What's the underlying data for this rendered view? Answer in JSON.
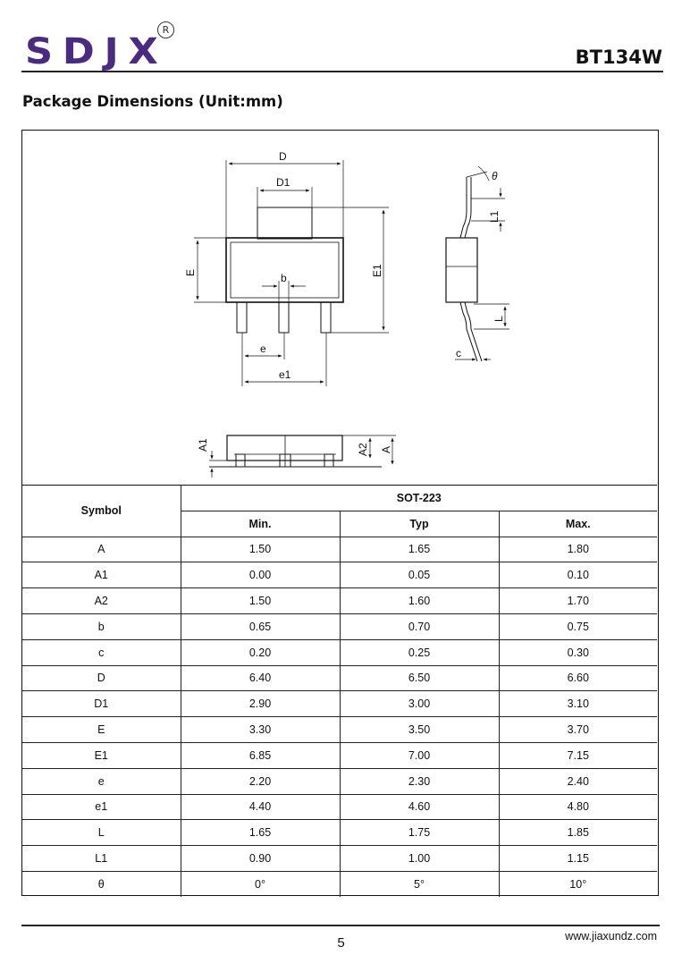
{
  "header": {
    "logo_text": "SDJX",
    "registered_mark": "R",
    "part_number": "BT134W"
  },
  "section_title": "Package Dimensions (Unit:mm)",
  "drawing_labels": {
    "D": "D",
    "D1": "D1",
    "b": "b",
    "E": "E",
    "E1": "E1",
    "e": "e",
    "e1": "e1",
    "theta": "θ",
    "L1": "L1",
    "L": "L",
    "c": "c",
    "A1": "A1",
    "A2": "A2",
    "A": "A"
  },
  "table": {
    "symbol_header": "Symbol",
    "package_header": "SOT-223",
    "columns": [
      "Min.",
      "Typ",
      "Max."
    ],
    "rows": [
      {
        "symbol": "A",
        "min": "1.50",
        "typ": "1.65",
        "max": "1.80"
      },
      {
        "symbol": "A1",
        "min": "0.00",
        "typ": "0.05",
        "max": "0.10"
      },
      {
        "symbol": "A2",
        "min": "1.50",
        "typ": "1.60",
        "max": "1.70"
      },
      {
        "symbol": "b",
        "min": "0.65",
        "typ": "0.70",
        "max": "0.75"
      },
      {
        "symbol": "c",
        "min": "0.20",
        "typ": "0.25",
        "max": "0.30"
      },
      {
        "symbol": "D",
        "min": "6.40",
        "typ": "6.50",
        "max": "6.60"
      },
      {
        "symbol": "D1",
        "min": "2.90",
        "typ": "3.00",
        "max": "3.10"
      },
      {
        "symbol": "E",
        "min": "3.30",
        "typ": "3.50",
        "max": "3.70"
      },
      {
        "symbol": "E1",
        "min": "6.85",
        "typ": "7.00",
        "max": "7.15"
      },
      {
        "symbol": "e",
        "min": "2.20",
        "typ": "2.30",
        "max": "2.40"
      },
      {
        "symbol": "e1",
        "min": "4.40",
        "typ": "4.60",
        "max": "4.80"
      },
      {
        "symbol": "L",
        "min": "1.65",
        "typ": "1.75",
        "max": "1.85"
      },
      {
        "symbol": "L1",
        "min": "0.90",
        "typ": "1.00",
        "max": "1.15"
      },
      {
        "symbol": "θ",
        "min": "0°",
        "typ": "5°",
        "max": "10°"
      }
    ]
  },
  "footer": {
    "page_number": "5",
    "website": "www.jiaxundz.com"
  }
}
